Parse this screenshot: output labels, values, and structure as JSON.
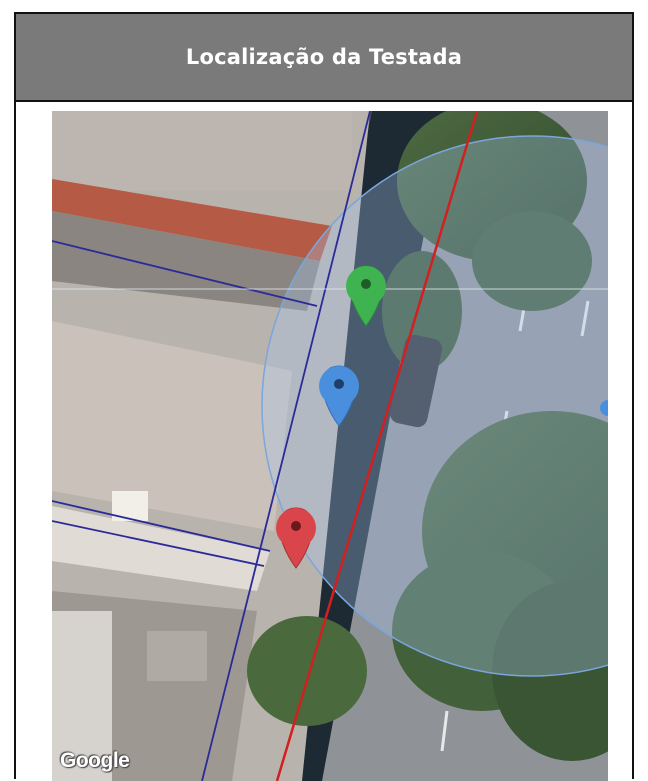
{
  "header": {
    "title": "Localização da Testada"
  },
  "map": {
    "attribution": "Google",
    "markers": [
      {
        "name": "green-marker",
        "color": "#3fb34f"
      },
      {
        "name": "blue-marker",
        "color": "#4a8fdd"
      },
      {
        "name": "red-marker",
        "color": "#d9454a"
      }
    ],
    "colors": {
      "testada_line": "#d21f1f",
      "lot_boundary": "#2a2a9a",
      "search_radius_fill": "#a9c8ee"
    }
  }
}
